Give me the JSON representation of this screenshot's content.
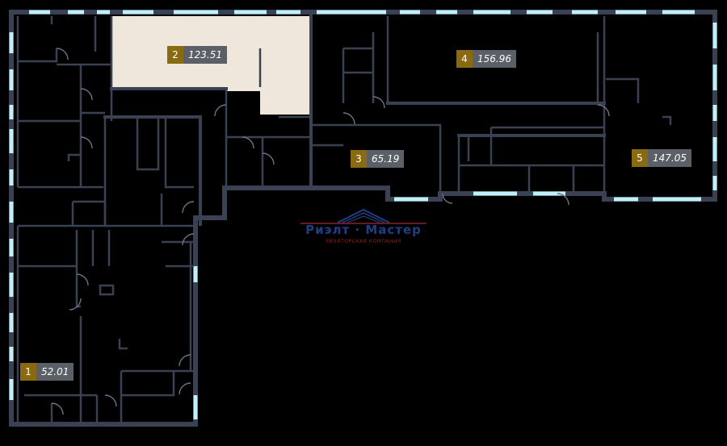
{
  "units": [
    {
      "number": "1",
      "area": "52.01"
    },
    {
      "number": "2",
      "area": "123.51"
    },
    {
      "number": "3",
      "area": "65.19"
    },
    {
      "number": "4",
      "area": "156.96"
    },
    {
      "number": "5",
      "area": "147.05"
    }
  ],
  "logo": {
    "name": "Риэлт · Мастер",
    "tagline": "РИЭЛТОРСКАЯ КОМПАНИЯ"
  },
  "colors": {
    "wall": "#3a4152",
    "window": "#bfeff7",
    "selected_unit_fill": "#efe7dc",
    "badge_number_bg": "#8a6a10",
    "badge_area_bg": "#5b6068",
    "logo_blue": "#1f3e86",
    "logo_red": "#8a2222"
  }
}
